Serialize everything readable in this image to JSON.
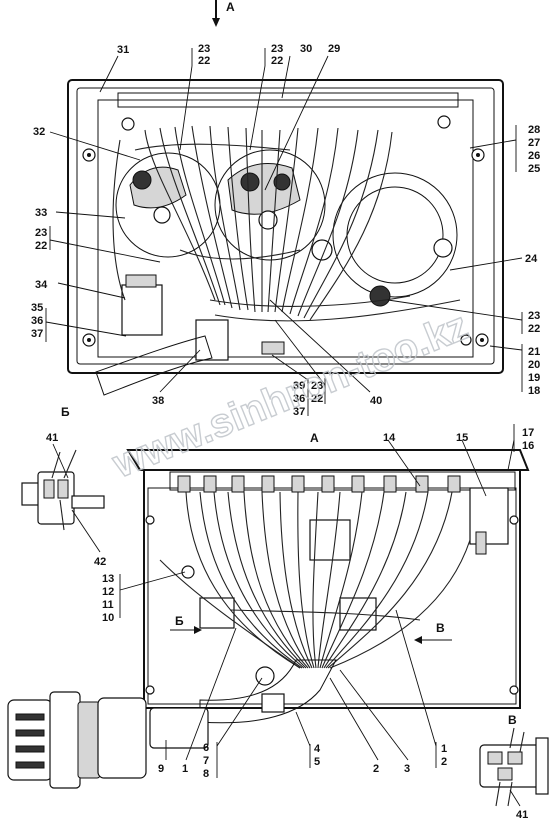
{
  "view_labels": {
    "a_top": "А",
    "a_mid": "А",
    "b": "Б",
    "b_arrow": "Б",
    "v": "В",
    "v_arrow": "В"
  },
  "watermark": "www.sinhron-too.kz",
  "callouts_top": [
    "31",
    "23",
    "22",
    "23",
    "22",
    "30",
    "29",
    "28",
    "27",
    "26",
    "25",
    "32",
    "33",
    "23",
    "22",
    "24",
    "34",
    "35",
    "36",
    "37",
    "23",
    "22",
    "21",
    "20",
    "19",
    "18",
    "38",
    "39",
    "36",
    "37",
    "23",
    "22",
    "40"
  ],
  "callouts_bottom": [
    "41",
    "42",
    "14",
    "15",
    "17",
    "16",
    "13",
    "12",
    "11",
    "10",
    "9",
    "1",
    "6",
    "7",
    "8",
    "4",
    "5",
    "2",
    "3",
    "1",
    "2",
    "41"
  ],
  "colors": {
    "ink": "#111111",
    "watermark": "#bfc4c9",
    "shade": "#d6d6d6"
  }
}
